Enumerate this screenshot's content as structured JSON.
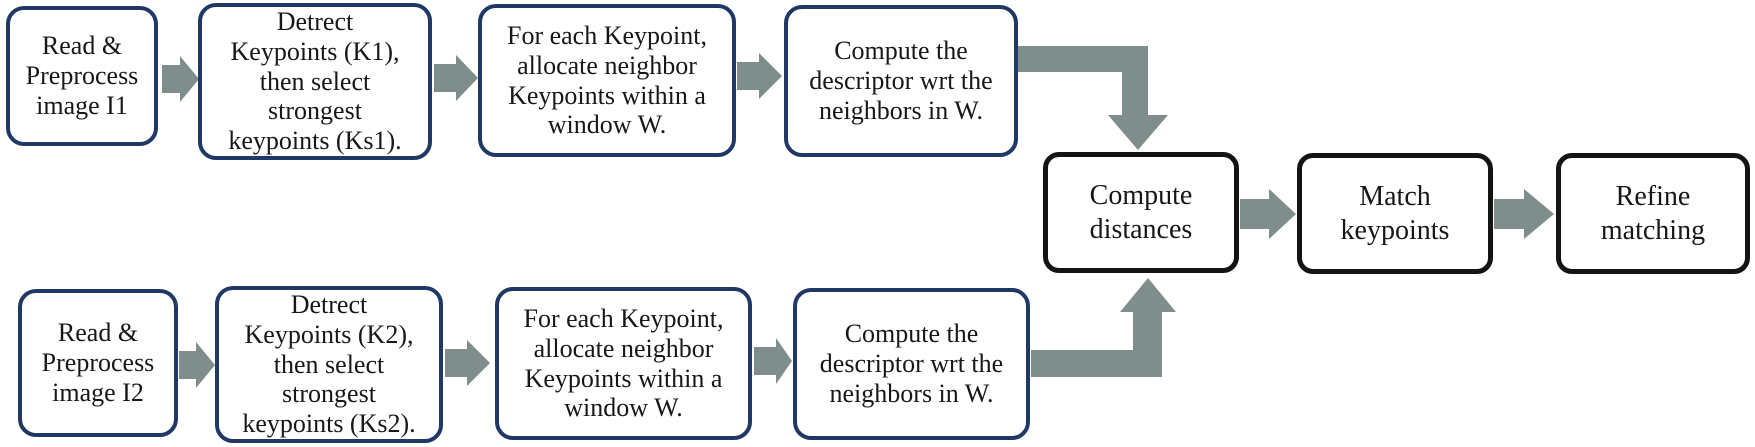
{
  "diagram": {
    "title": "keypoint-matching-pipeline-flowchart",
    "colors": {
      "navy_border": "#1f3864",
      "black_border": "#141414",
      "arrow": "#7f8e8c",
      "text": "#171717",
      "background": "#ffffff"
    },
    "top_branch": [
      {
        "label": "Read &\nPreprocess\nimage I1"
      },
      {
        "label": "Detrect\nKeypoints (K1),\nthen select\nstrongest\nkeypoints (Ks1)."
      },
      {
        "label": "For each Keypoint,\nallocate neighbor\nKeypoints within a\nwindow W."
      },
      {
        "label": "Compute the\ndescriptor wrt the\nneighbors in W."
      }
    ],
    "bottom_branch": [
      {
        "label": "Read &\nPreprocess\nimage I2"
      },
      {
        "label": "Detrect\nKeypoints (K2),\nthen select\nstrongest\nkeypoints (Ks2)."
      },
      {
        "label": "For each Keypoint,\nallocate neighbor\nKeypoints within a\nwindow W."
      },
      {
        "label": "Compute the\ndescriptor wrt the\nneighbors in W."
      }
    ],
    "merge_steps": [
      {
        "label": "Compute\ndistances"
      },
      {
        "label": "Match\nkeypoints"
      },
      {
        "label": "Refine\nmatching"
      }
    ]
  }
}
